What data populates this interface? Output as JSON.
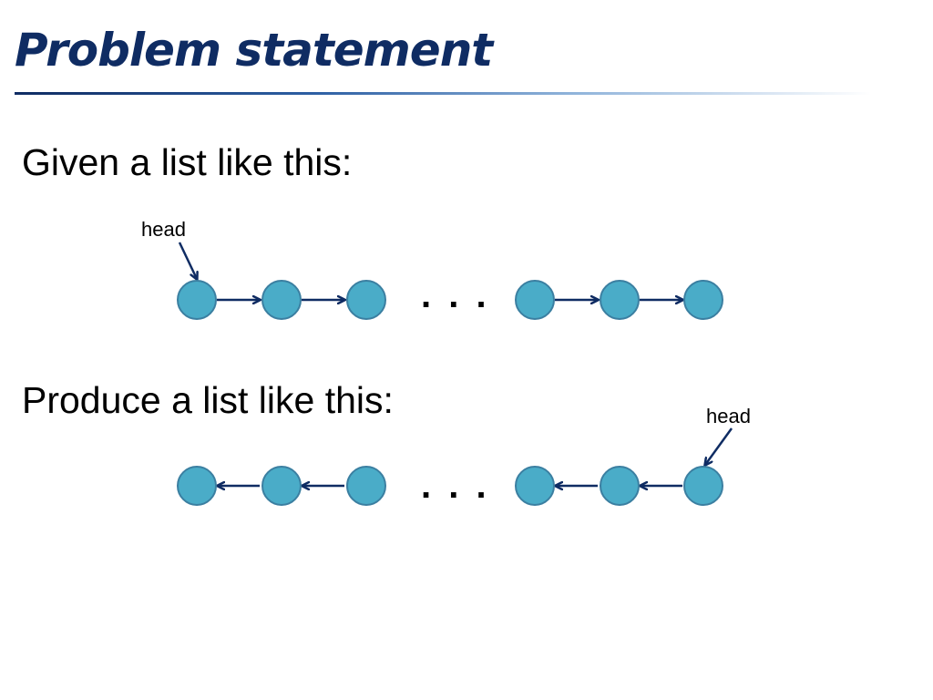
{
  "slide": {
    "title": "Problem statement",
    "given_text": "Given a list like this:",
    "produce_text": "Produce a list like this:"
  },
  "diagrams": {
    "given": {
      "head_label": "head",
      "ellipsis": ". . .",
      "direction": "forward",
      "node_groups": [
        3,
        3
      ]
    },
    "produce": {
      "head_label": "head",
      "ellipsis": ". . .",
      "direction": "reversed",
      "node_groups": [
        3,
        3
      ]
    }
  },
  "colors": {
    "title": "#0f2c63",
    "node_fill": "#4aacc8",
    "node_stroke": "#3b7fa1",
    "arrow": "#0f2c63"
  }
}
